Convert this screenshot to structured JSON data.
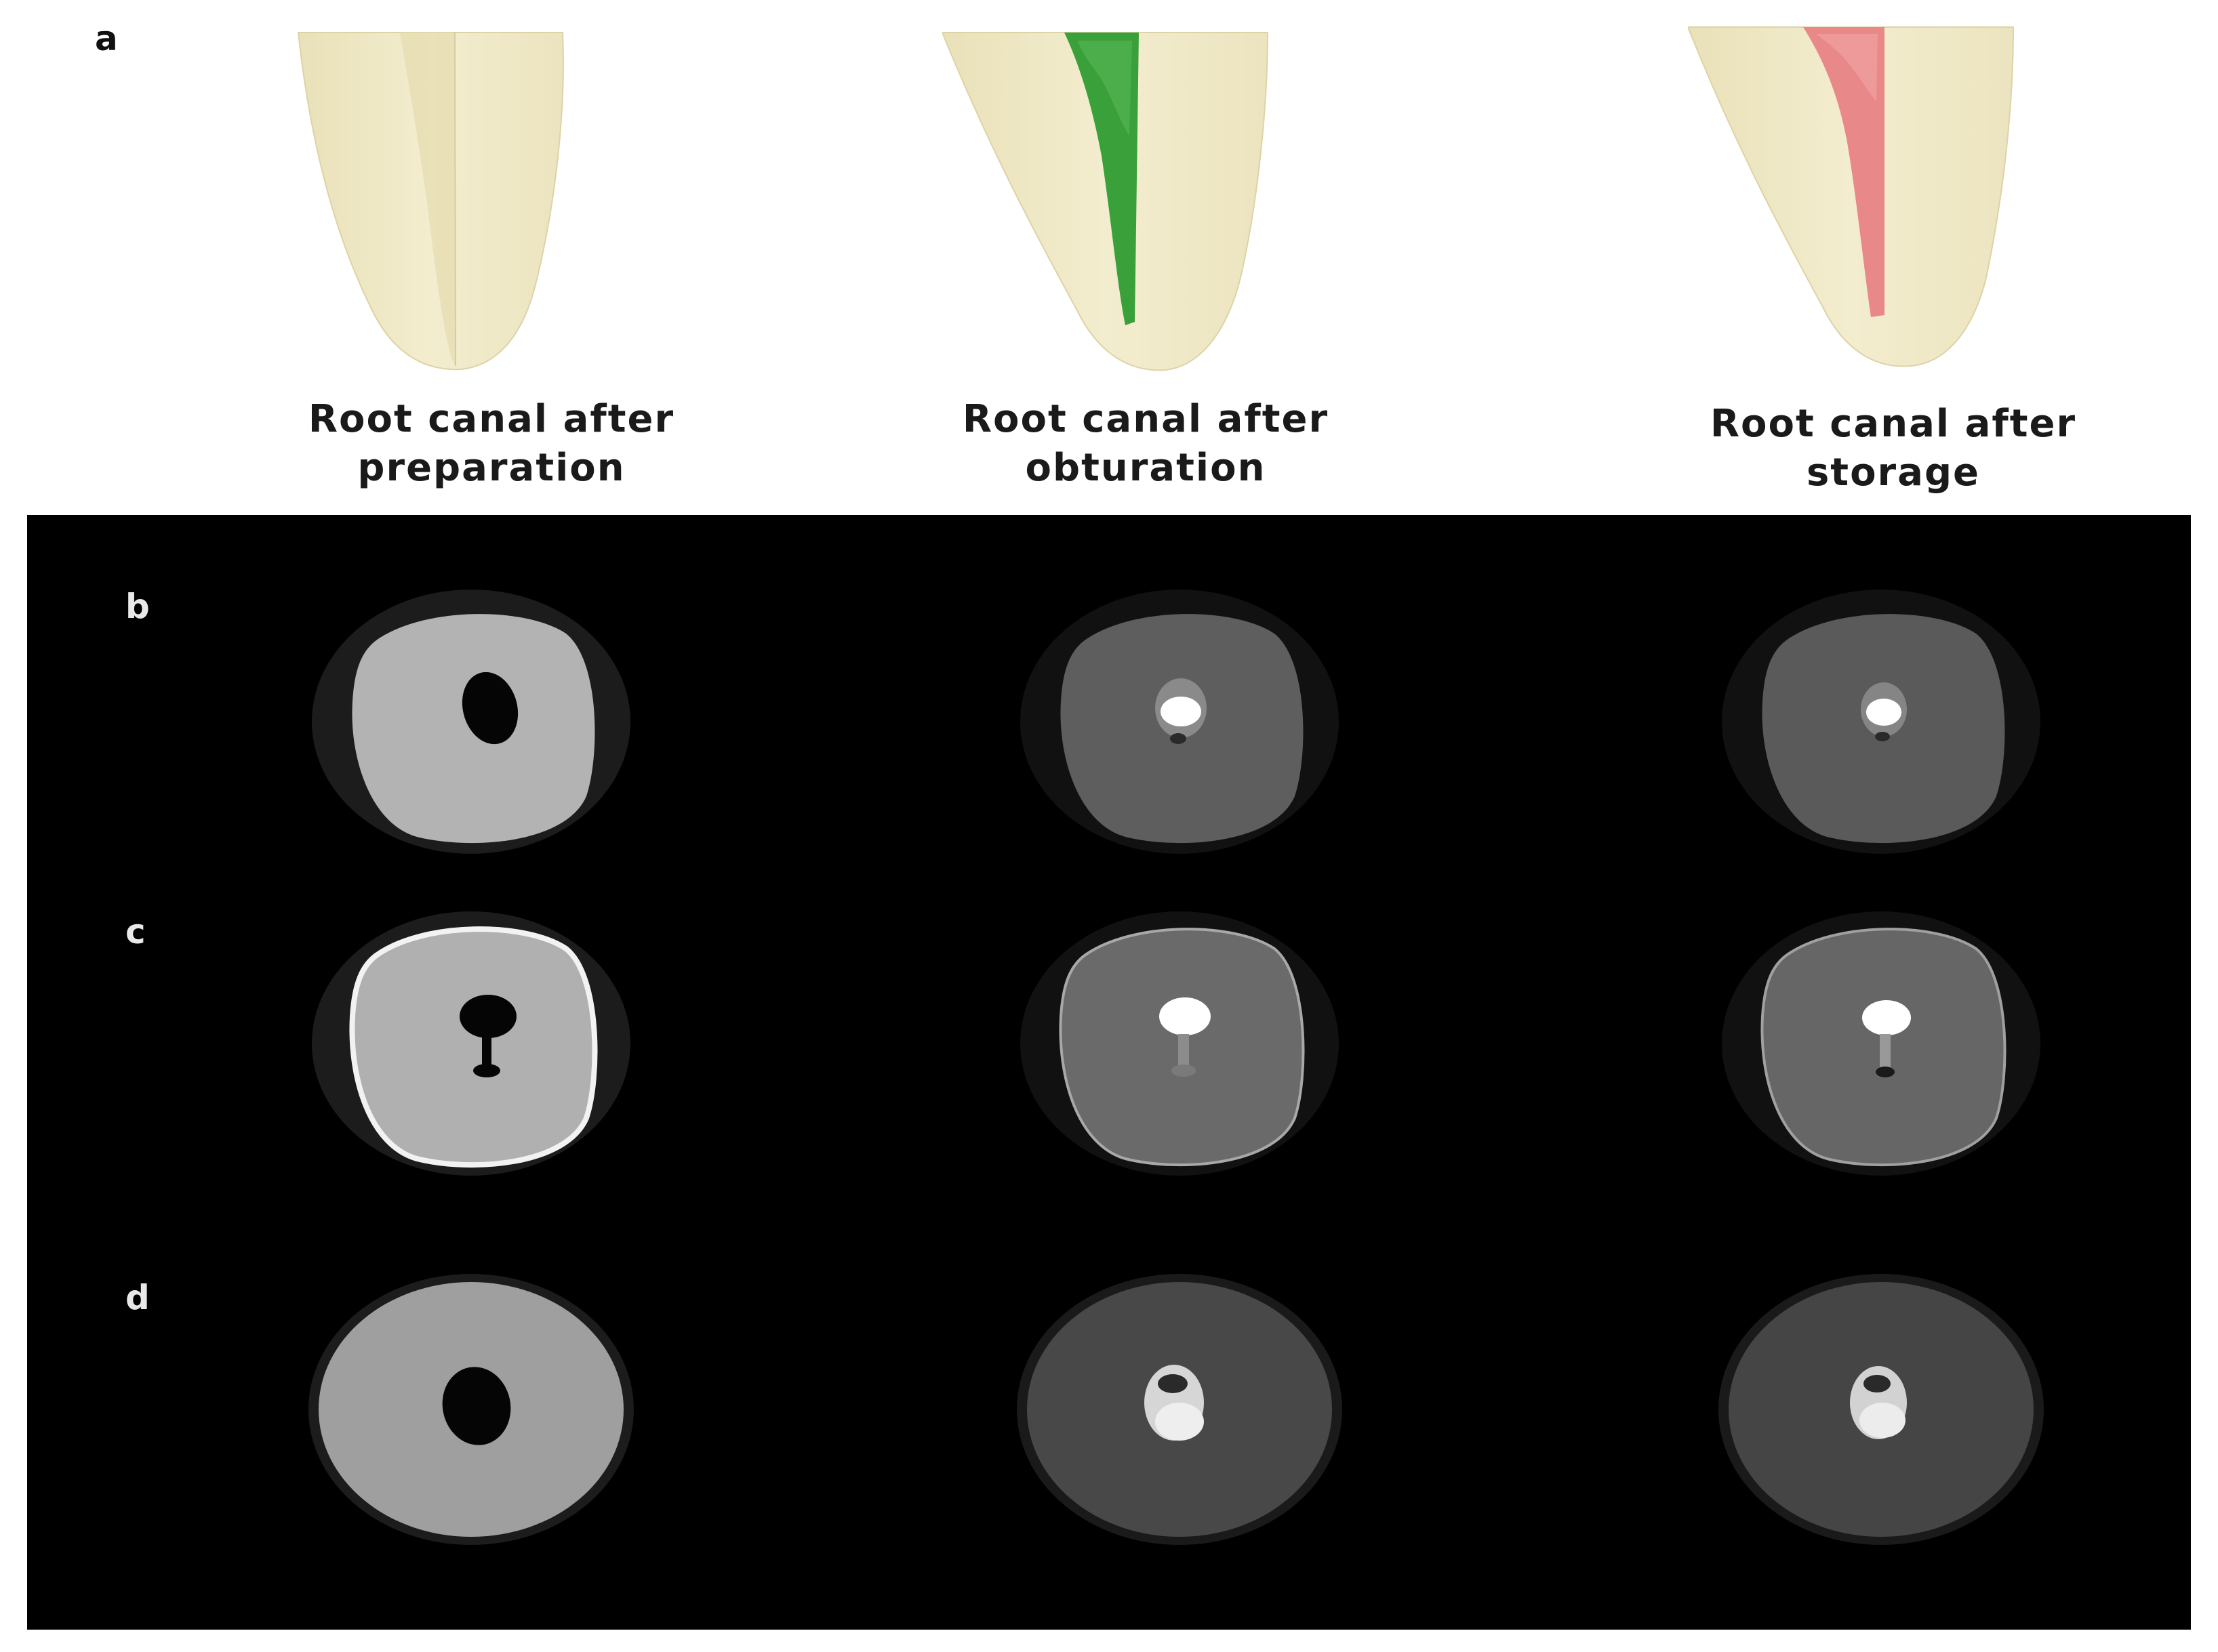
{
  "panel_labels": {
    "a": "a",
    "b": "b",
    "c": "c",
    "d": "d"
  },
  "captions": [
    {
      "line1": "Root canal after",
      "line2": "preparation"
    },
    {
      "line1": "Root canal after",
      "line2": "obturation"
    },
    {
      "line1": "Root canal after",
      "line2": "storage"
    }
  ],
  "colors": {
    "tooth": "#efe8c4",
    "canal_obturation": "#3aa03a",
    "canal_storage": "#e98888",
    "ct_background": "#000000"
  }
}
